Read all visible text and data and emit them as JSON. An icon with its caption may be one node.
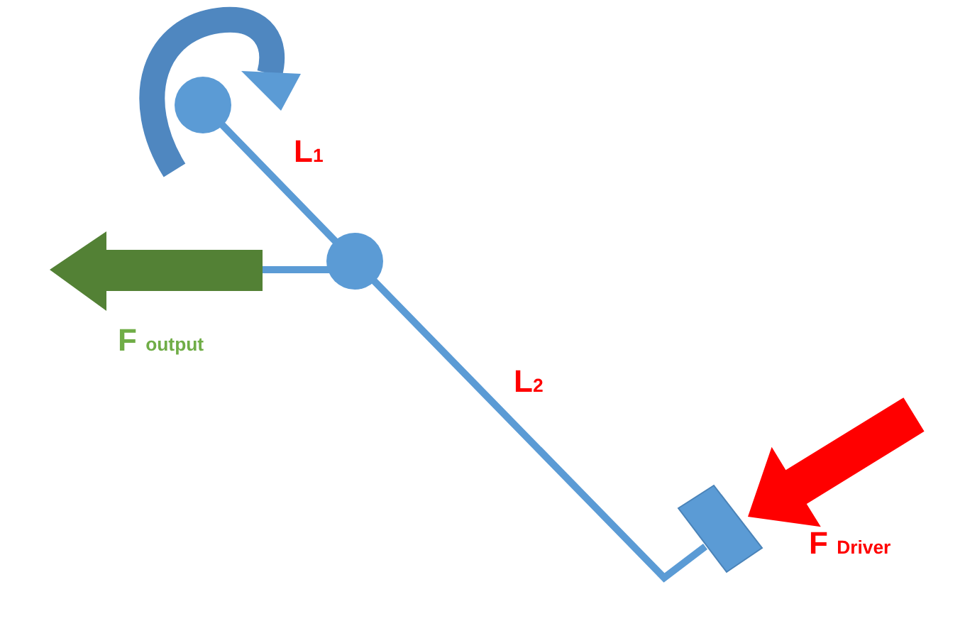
{
  "diagram": {
    "labels": [
      "L$_{1}$",
      "L$_{2}$",
      "F $_{output}$",
      "F $_{Driver}$"
    ]
  }
}
